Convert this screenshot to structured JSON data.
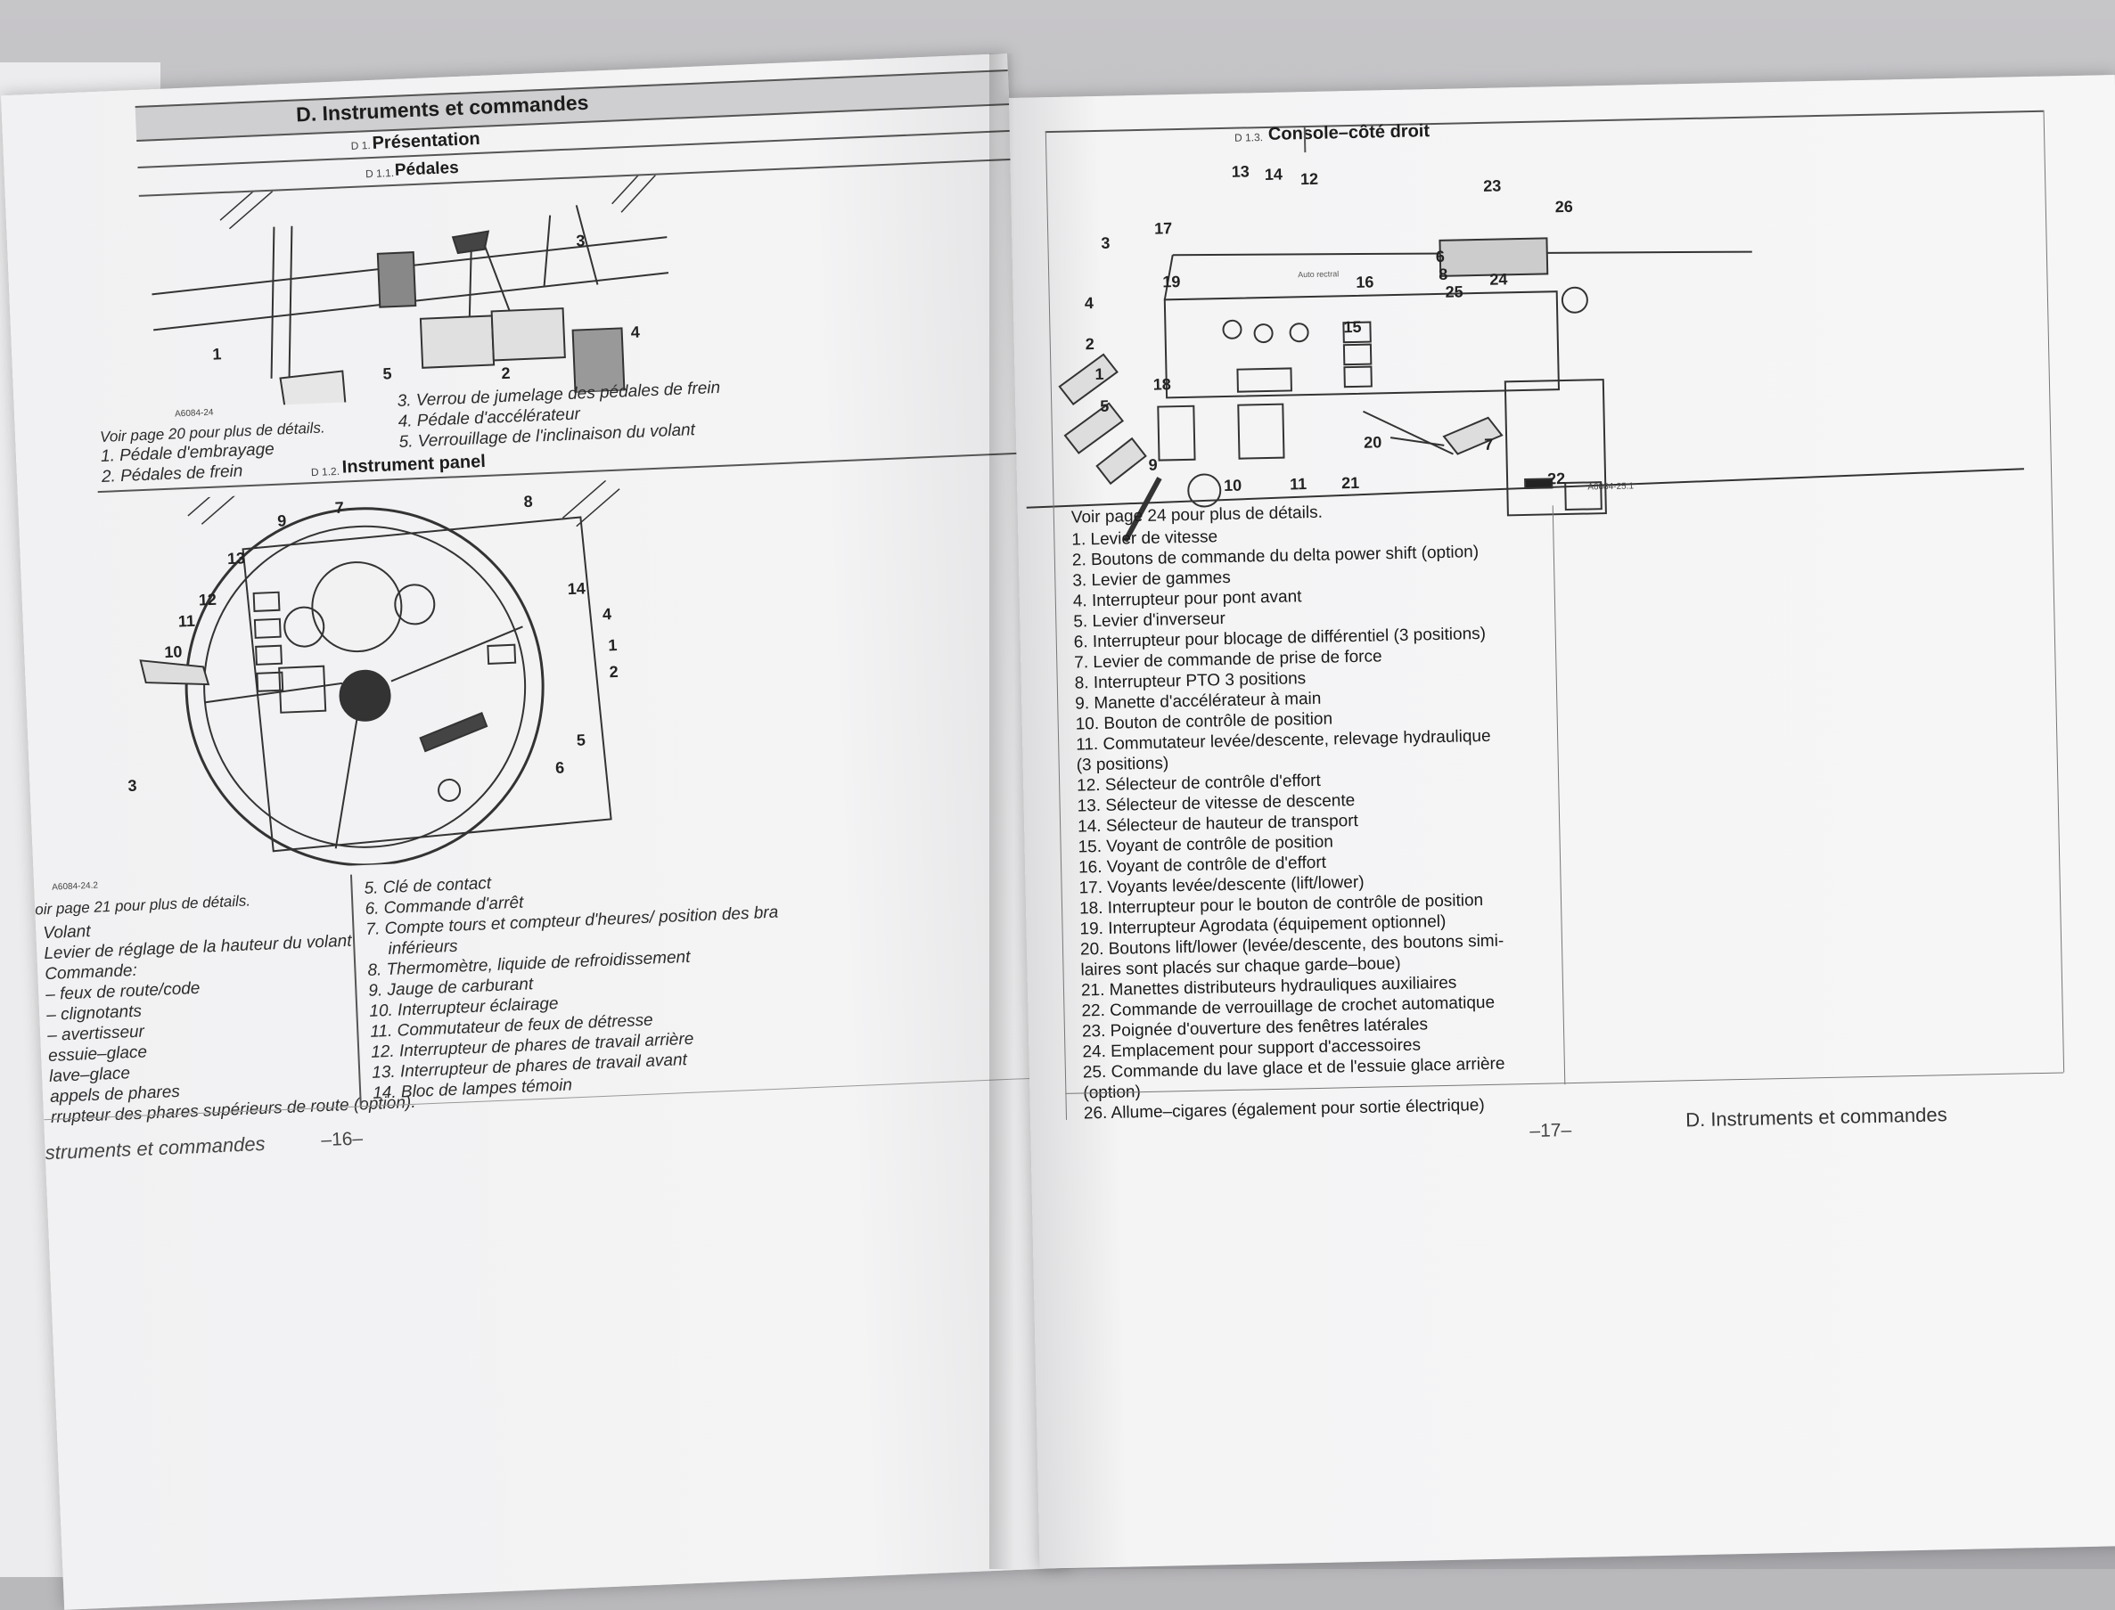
{
  "left_page": {
    "chapter_title": "D. Instruments et commandes",
    "section_num": "D 1.",
    "section_title": "Présentation",
    "sub1_num": "D 1.1.",
    "sub1_title": "Pédales",
    "fig1_code": "A6084-24",
    "fig1_see": "Voir page 20 pour plus de détails.",
    "fig1_items_left": [
      "1. Pédale d'embrayage",
      "2. Pédales de frein"
    ],
    "fig1_items_right": [
      "3. Verrou de jumelage des pédales de frein",
      "4. Pédale d'accélérateur",
      "5. Verrouillage de l'inclinaison du volant"
    ],
    "fig1_callouts": [
      "1",
      "2",
      "3",
      "4",
      "5"
    ],
    "sub2_num": "D 1.2.",
    "sub2_title": "Instrument panel",
    "fig2_callouts": [
      "9",
      "7",
      "8",
      "13",
      "12",
      "11",
      "10",
      "14",
      "4",
      "1",
      "2",
      "5",
      "6",
      "3"
    ],
    "fig2_code": "A6084-24.2",
    "fig2_see": "oir page 21 pour plus de détails.",
    "fig2_items_left": [
      "Volant",
      "Levier de réglage de la hauteur du volant",
      "Commande:",
      "– feux de route/code",
      "– clignotants",
      "– avertisseur",
      "essuie–glace",
      "lave–glace",
      "appels de phares",
      "rrupteur des phares supérieurs de route (option)."
    ],
    "fig2_items_right": [
      "5. Clé de contact",
      "6. Commande d'arrêt",
      "7. Compte tours et compteur d'heures/ position des bra",
      "inférieurs",
      "8. Thermomètre, liquide de refroidissement",
      "9. Jauge de carburant",
      "10. Interrupteur éclairage",
      "11. Commutateur de feux de détresse",
      "12. Interrupteur de phares de travail arrière",
      "13. Interrupteur de phares de travail avant",
      "14. Bloc de lampes témoin"
    ],
    "footer_title": "struments et commandes",
    "footer_page": "–16–"
  },
  "right_page": {
    "sub_num": "D 1.3.",
    "sub_title": "Console–côté droit",
    "callouts": [
      "13",
      "14",
      "12",
      "23",
      "26",
      "17",
      "3",
      "6",
      "8",
      "24",
      "19",
      "16",
      "25",
      "4",
      "15",
      "2",
      "1",
      "18",
      "5",
      "20",
      "7",
      "9",
      "10",
      "11",
      "21",
      "22"
    ],
    "panel_text": "Auto rectral",
    "fig_code": "A6084-25.1",
    "see": "Voir page 24 pour plus de détails.",
    "items": [
      "1.  Levier de vitesse",
      "2.  Boutons de commande du delta power shift (option)",
      "3.  Levier de gammes",
      "4.  Interrupteur pour pont avant",
      "5.  Levier d'inverseur",
      "6.  Interrupteur pour blocage de différentiel (3 positions)",
      "7.  Levier de commande de prise de force",
      "8.  Interrupteur PTO 3 positions",
      "9.  Manette d'accélérateur à main",
      "10.  Bouton de contrôle de position",
      "11.  Commutateur levée/descente, relevage hydraulique",
      "       (3 positions)",
      "12.  Sélecteur de contrôle d'effort",
      "13.  Sélecteur de vitesse de descente",
      "14.  Sélecteur de hauteur de transport",
      "15.  Voyant de contrôle de position",
      "16.  Voyant de contrôle de d'effort",
      "17.  Voyants levée/descente (lift/lower)",
      "18.  Interrupteur pour le bouton de contrôle de position",
      "19.  Interrupteur Agrodata (équipement optionnel)",
      "20.  Boutons lift/lower (levée/descente, des boutons simi-",
      "       laires sont placés sur chaque garde–boue)",
      "21.  Manettes distributeurs hydrauliques auxiliaires",
      "22.  Commande de verrouillage de crochet automatique",
      "23.  Poignée d'ouverture des fenêtres latérales",
      "24.  Emplacement pour support d'accessoires",
      "25.  Commande du lave glace et de l'essuie glace arrière",
      "       (option)",
      "26.  Allume–cigares (également pour sortie électrique)"
    ],
    "footer_page": "–17–",
    "footer_title": "D. Instruments et commandes"
  }
}
